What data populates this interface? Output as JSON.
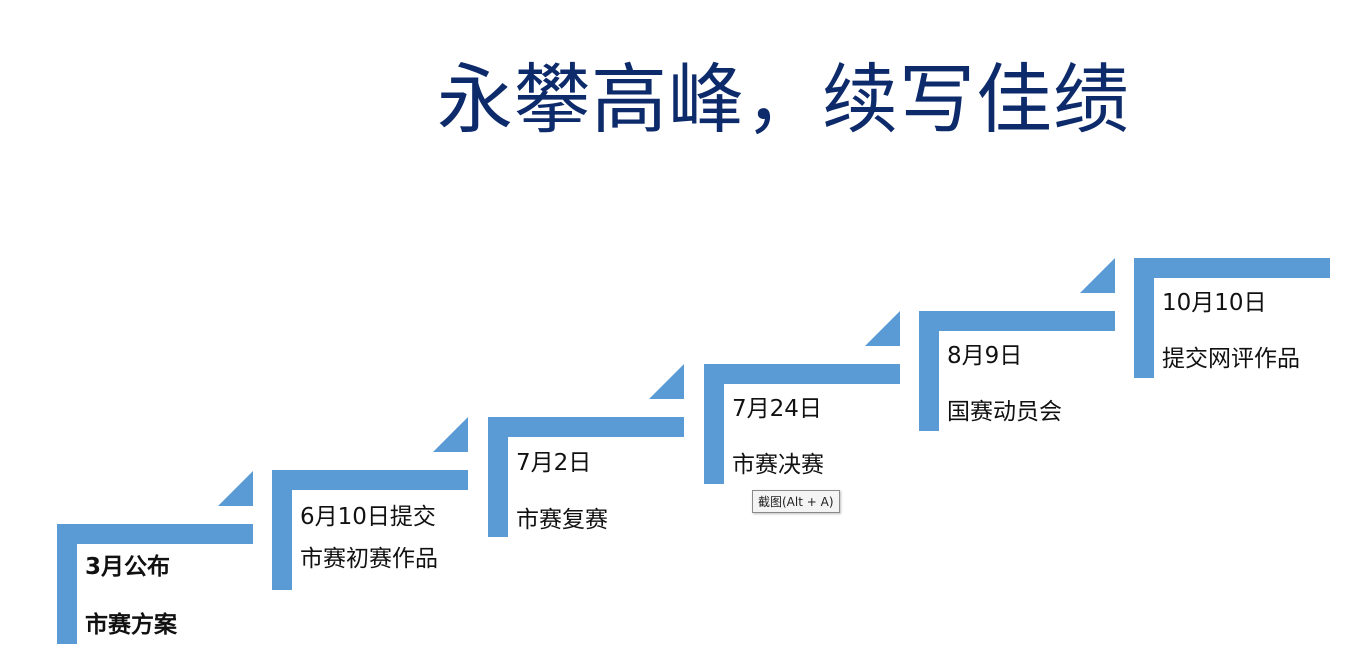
{
  "title": "永攀高峰，续写佳绩",
  "accent_color": "#5b9bd5",
  "title_color": "#0d2a6b",
  "steps": [
    {
      "line1": "3月公布",
      "line2": "市赛方案"
    },
    {
      "line1": "6月10日提交",
      "line2": "市赛初赛作品"
    },
    {
      "line1": "7月2日",
      "line2": "市赛复赛"
    },
    {
      "line1": "7月24日",
      "line2": "市赛决赛"
    },
    {
      "line1": "8月9日",
      "line2": "国赛动员会"
    },
    {
      "line1": "10月10日",
      "line2": "提交网评作品"
    }
  ],
  "tooltip": "截图(Alt + A)"
}
